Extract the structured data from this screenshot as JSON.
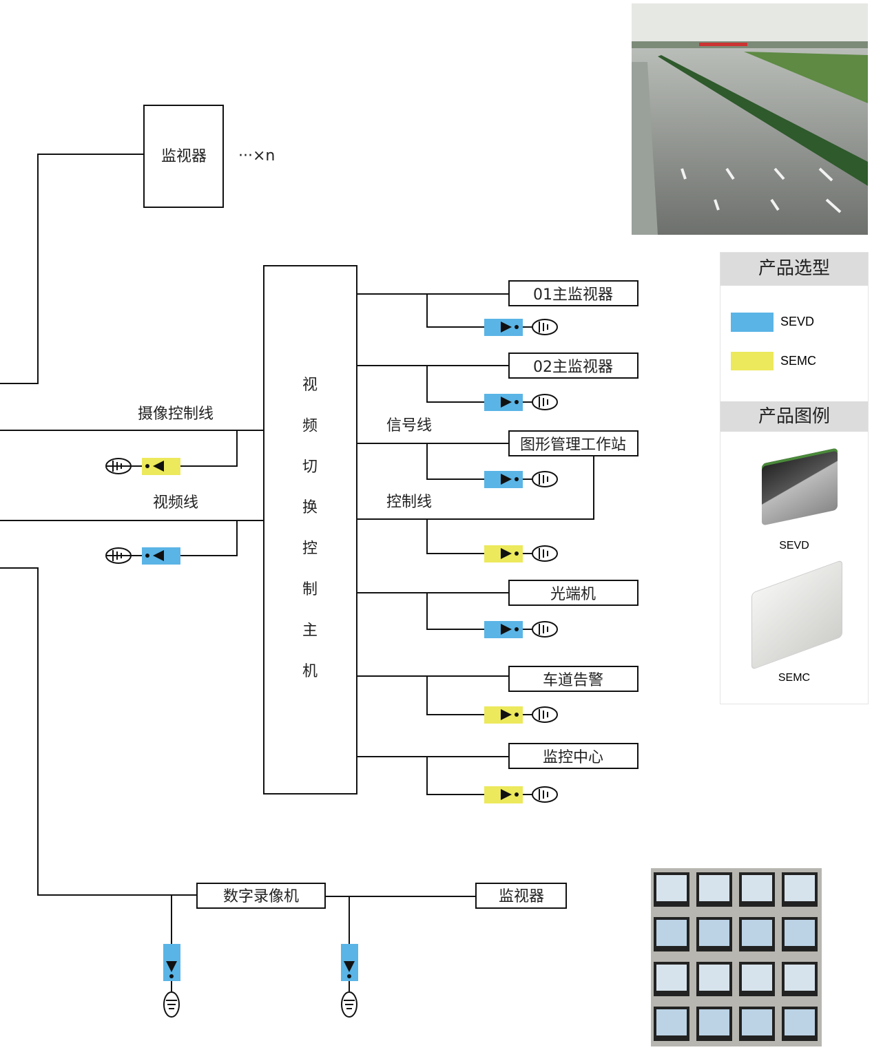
{
  "colors": {
    "sevd": "#5ab4e6",
    "semc": "#ece95c",
    "panel_header": "#dcdcdc",
    "line": "#111111"
  },
  "top_monitor": {
    "label": "监视器",
    "multiplier": "···×n"
  },
  "main_unit": {
    "chars": [
      "视",
      "频",
      "切",
      "换",
      "控",
      "制",
      "主",
      "机"
    ]
  },
  "left_lines": {
    "camera_control": "摄像控制线",
    "video": "视频线"
  },
  "right_labels": {
    "signal": "信号线",
    "control": "控制线"
  },
  "right_rows": [
    {
      "label": "01主监视器",
      "protector": "SEVD"
    },
    {
      "label": "02主监视器",
      "protector": "SEVD"
    },
    {
      "label": "图形管理工作站",
      "protector": "SEVD"
    },
    {
      "label": "",
      "protector": "SEMC"
    },
    {
      "label": "光端机",
      "protector": "SEVD"
    },
    {
      "label": "车道告警",
      "protector": "SEMC"
    },
    {
      "label": "监控中心",
      "protector": "SEMC"
    }
  ],
  "bottom": {
    "dvr": "数字录像机",
    "monitor": "监视器"
  },
  "legend": {
    "selection_title": "产品选型",
    "items": [
      "SEVD",
      "SEMC"
    ],
    "examples_title": "产品图例",
    "example_labels": [
      "SEVD",
      "SEMC"
    ]
  }
}
